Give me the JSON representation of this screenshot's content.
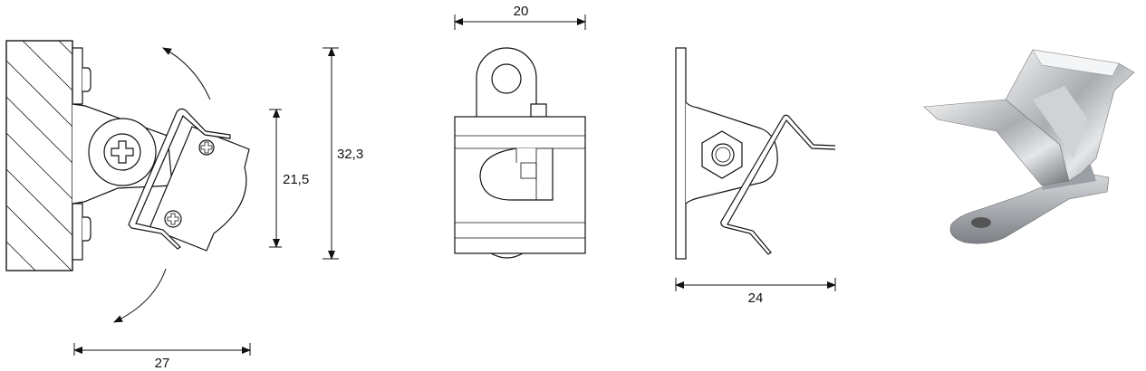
{
  "dimensions": {
    "front_width": "20",
    "overall_height": "32,3",
    "clip_height": "21,5",
    "side_depth": "24",
    "left_depth": "27"
  },
  "views": [
    "side-view-mounted",
    "front-view",
    "side-view",
    "product-photo"
  ],
  "colors": {
    "line": "#111111",
    "background": "#ffffff",
    "metal": "#b8bcc0"
  }
}
